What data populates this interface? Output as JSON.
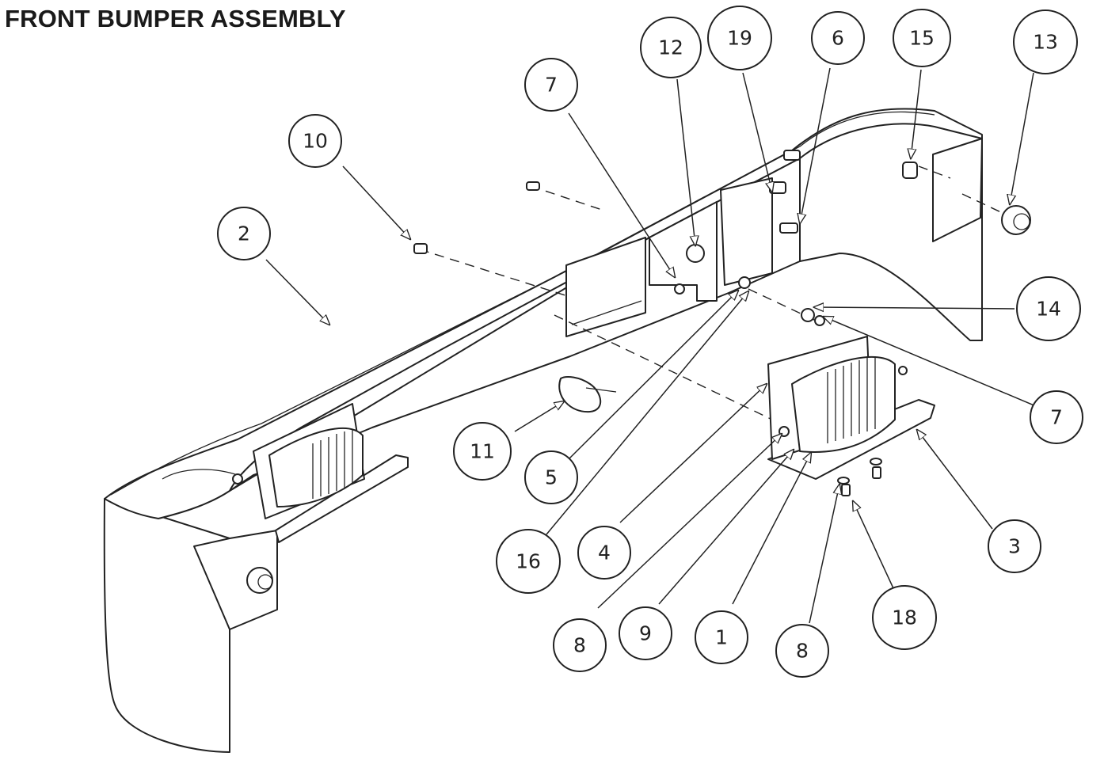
{
  "title": "FRONT BUMPER ASSEMBLY",
  "balloons": [
    {
      "label": "1"
    },
    {
      "label": "2"
    },
    {
      "label": "3"
    },
    {
      "label": "4"
    },
    {
      "label": "5"
    },
    {
      "label": "6"
    },
    {
      "label": "7"
    },
    {
      "label": "7"
    },
    {
      "label": "8"
    },
    {
      "label": "8"
    },
    {
      "label": "9"
    },
    {
      "label": "10"
    },
    {
      "label": "11"
    },
    {
      "label": "12"
    },
    {
      "label": "13"
    },
    {
      "label": "14"
    },
    {
      "label": "15"
    },
    {
      "label": "16"
    },
    {
      "label": "18"
    },
    {
      "label": "19"
    }
  ]
}
